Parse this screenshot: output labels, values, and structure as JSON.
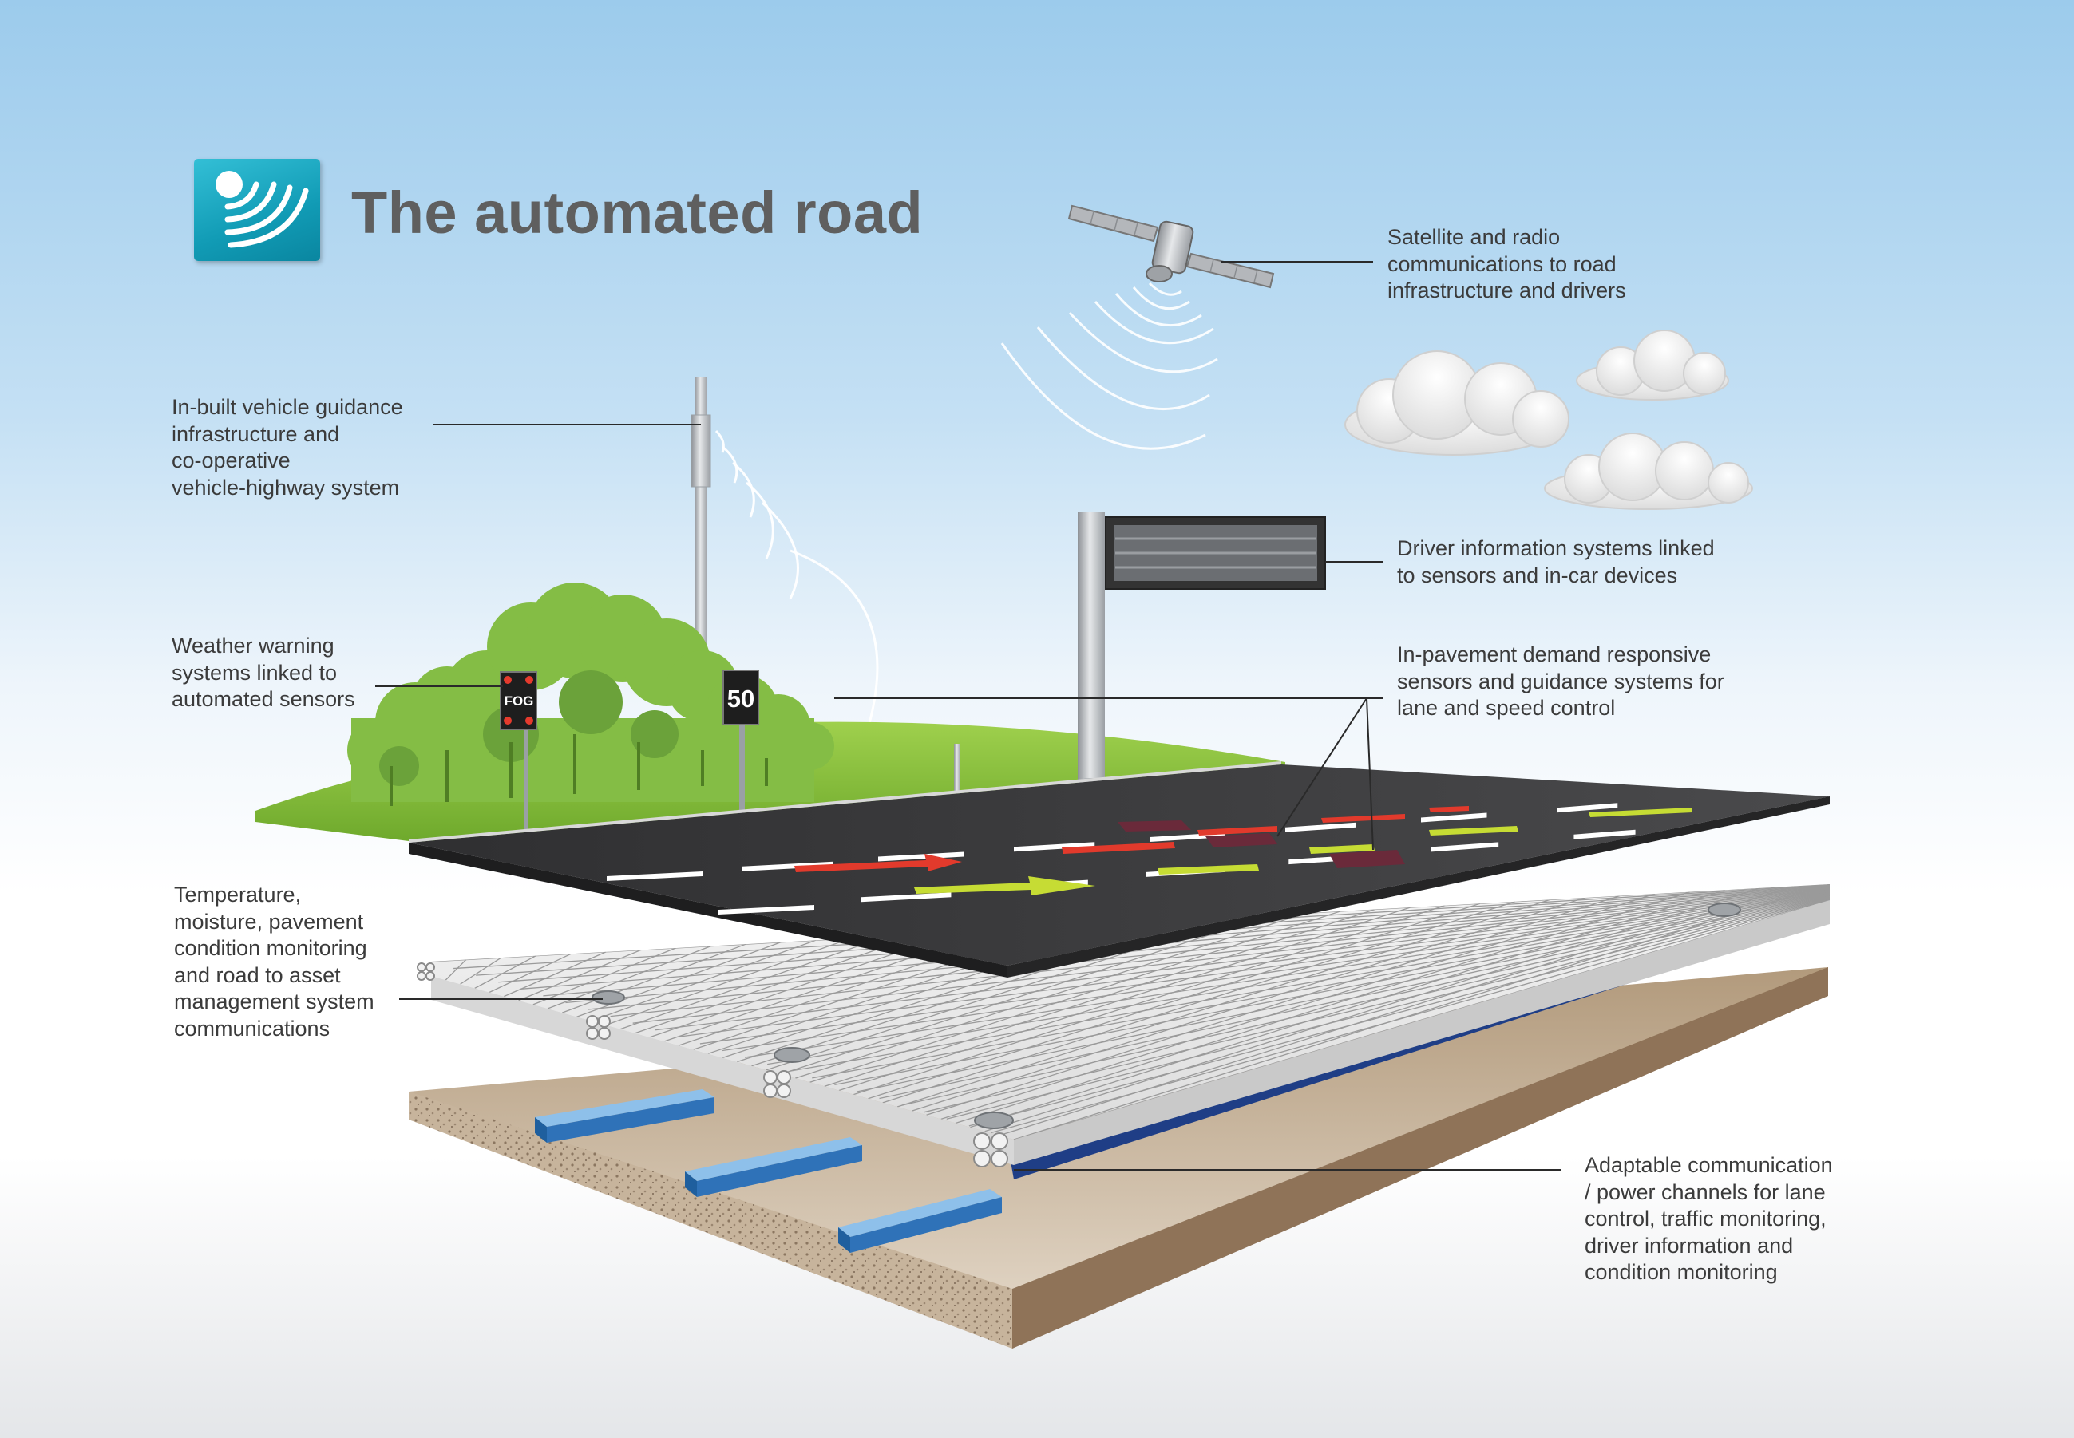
{
  "title": "The automated road",
  "logo": {
    "icon": "signal-waves-icon",
    "color": "#16a5c0"
  },
  "signs": {
    "fog": "FOG",
    "speed": "50"
  },
  "labels": {
    "satellite": [
      "Satellite and radio",
      "communications to road",
      "infrastructure and drivers"
    ],
    "guidance": [
      "In-built vehicle guidance",
      "infrastructure and",
      "co-operative",
      "vehicle-highway system"
    ],
    "driver_info": [
      "Driver information systems linked",
      "to sensors and in-car devices"
    ],
    "weather": [
      "Weather warning",
      "systems linked to",
      "automated sensors"
    ],
    "pavement": [
      "In-pavement demand responsive",
      "sensors and guidance systems for",
      "lane and speed control"
    ],
    "temperature": [
      "Temperature,",
      "moisture, pavement",
      "condition monitoring",
      "and road to asset",
      "management system",
      "communications"
    ],
    "channels": [
      "Adaptable communication",
      "/ power channels for lane",
      "control, traffic monitoring,",
      "driver information and",
      "condition monitoring"
    ]
  },
  "colors": {
    "road": "#3a3a3c",
    "lane_marking": "#ffffff",
    "red_arrow": "#e23a2c",
    "yellow_arrow": "#c6dc34",
    "grass": "#8cc63f",
    "soil": "#a88c6e",
    "channel": "#2f72b8"
  }
}
